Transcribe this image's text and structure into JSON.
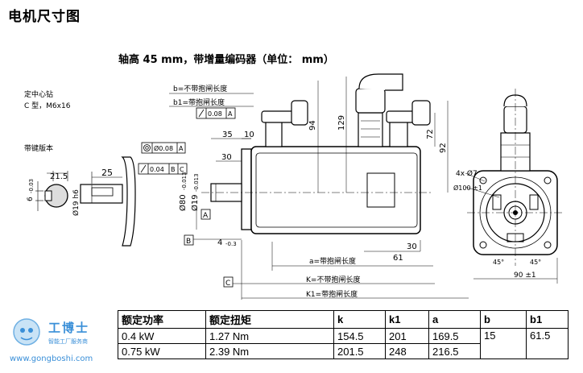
{
  "page": {
    "title": "电机尺寸图",
    "subtitle": "轴高 45 mm，带增量编码器（单位： mm）"
  },
  "drawing": {
    "labels": {
      "center_drill": "定中心钻",
      "center_drill_type": "C 型，M6x16",
      "keyed_version": "带键版本",
      "b_no_brake": "b=不带抱闸长度",
      "b1_brake": "b1=带抱闸长度",
      "a_brake": "a=带抱闸长度",
      "k_no_brake": "K=不带抱闸长度",
      "k1_brake": "K1=带抱闸长度"
    },
    "tolerances": {
      "runout_a": "0.08",
      "datum_a": "A",
      "coax": "Ø0.08",
      "coax_datum": "A",
      "perp": "0.04",
      "perp_datum_b": "B",
      "perp_datum_c": "C"
    },
    "dimensions": {
      "d35": "35",
      "d10": "10",
      "d30": "30",
      "d94": "94",
      "d129": "129",
      "d92": "92",
      "d72": "72",
      "d215": "21.5",
      "d25": "25",
      "d6": "6",
      "d6_tol": "-0.03",
      "d19h6": "Ø19 h6",
      "d80": "Ø80",
      "d80_tol": "-0.013",
      "d19": "Ø19",
      "d19_tol": "-0.013",
      "d4": "4",
      "d4_tol": "-0.3",
      "d30b": "30",
      "d61": "61",
      "holes": "4x Ø7",
      "d100": "Ø100 ±1",
      "angle1": "45°",
      "angle2": "45°",
      "d90": "90 ±1",
      "datum_a": "A",
      "datum_b": "B",
      "datum_c": "C"
    }
  },
  "table": {
    "headers": [
      "额定功率",
      "额定扭矩",
      "k",
      "k1",
      "a",
      "b",
      "b1"
    ],
    "rows": [
      [
        "0.4 kW",
        "1.27 Nm",
        "154.5",
        "201",
        "169.5",
        "15",
        "61.5"
      ],
      [
        "0.75 kW",
        "2.39 Nm",
        "201.5",
        "248",
        "216.5",
        "",
        ""
      ]
    ]
  },
  "watermark": {
    "name": "工博士",
    "slogan": "智能工厂服务商",
    "url": "www.gongboshi.com"
  }
}
